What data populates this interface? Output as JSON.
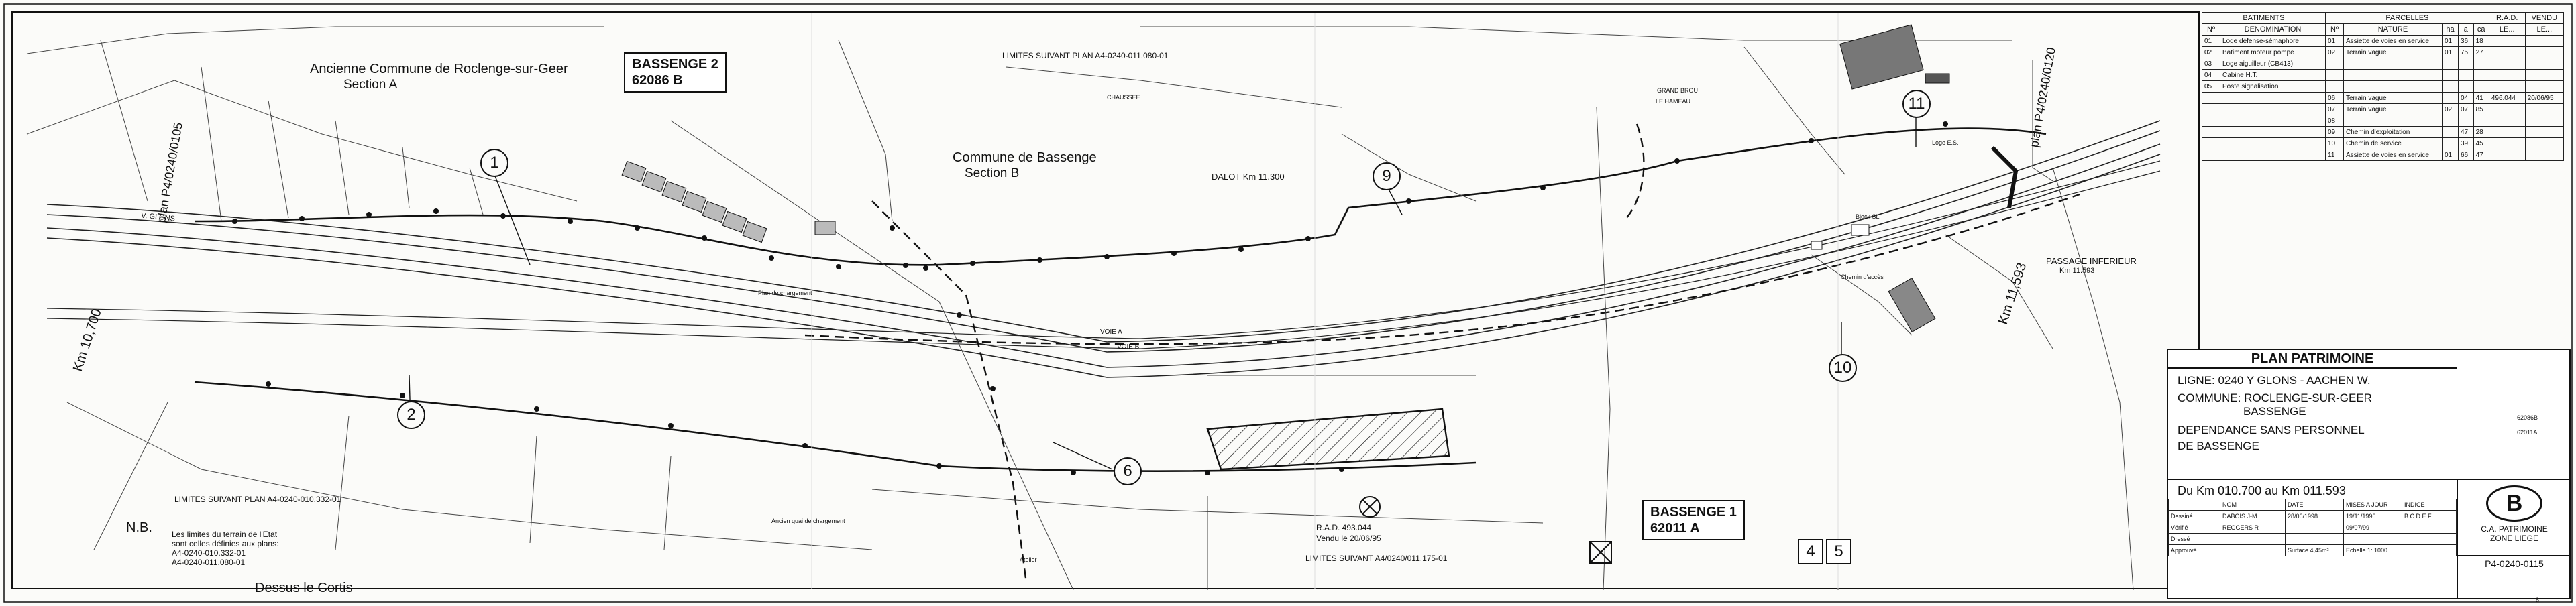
{
  "places": {
    "commune_roclenge": "Ancienne Commune de Roclenge-sur-Geer",
    "section_a": "Section A",
    "commune_bassenge": "Commune de Bassenge",
    "section_b": "Section B",
    "dessus_cortis": "Dessus le Cortis",
    "chaussee": "CHAUSSEE",
    "grand_broux": "GRAND BROU",
    "le_hameau": "LE HAMEAU",
    "plan_chargement": "Plan de chargement",
    "ancien_quai": "Ancien quai de chargement",
    "atelier": "Atelier",
    "chemin_acces": "Chemin d'accès",
    "loge_es": "Loge E.S.",
    "bloc_sl": "Block SL"
  },
  "boxes": {
    "bassenge2_a": "BASSENGE 2",
    "bassenge2_b": "62086 B",
    "bassenge1_a": "BASSENGE 1",
    "bassenge1_b": "62011 A"
  },
  "limits": {
    "top": "LIMITES SUIVANT PLAN A4-0240-011.080-01",
    "left": "LIMITES SUIVANT PLAN A4-0240-010.332-01",
    "bottom": "LIMITES SUIVANT A4/0240/011.175-01"
  },
  "km": {
    "km10700": "Km 10,700",
    "km11593": "Km 11,593",
    "dalot": "DALOT Km 11.300",
    "passage": "PASSAGE INFERIEUR",
    "passage_km": "Km 11.593",
    "rad": "R.A.D. 493.044",
    "vendu": "Vendu le 20/06/95",
    "vglons": "V. GLONS",
    "voie_a": "VOIE A",
    "voie_b": "VOIE B",
    "plan_left": "plan P4/0240/0105",
    "plan_right": "plan P4/0240/0120"
  },
  "markers": [
    "1",
    "2",
    "6",
    "9",
    "10",
    "11"
  ],
  "squares": [
    "4",
    "5"
  ],
  "note": {
    "nb": "N.B.",
    "l1": "Les limites du terrain de l'Etat",
    "l2": "sont celles définies aux plans:",
    "l3": "A4-0240-010.332-01",
    "l4": "A4-0240-011.080-01"
  },
  "register": {
    "h_batiments": "BATIMENTS",
    "h_parcelles": "PARCELLES",
    "h_rad": "R.A.D.",
    "h_vendu": "VENDU",
    "h_no": "Nº",
    "h_denom": "DENOMINATION",
    "h_no2": "Nº",
    "h_nature": "NATURE",
    "h_ha": "ha",
    "h_a": "a",
    "h_ca": "ca",
    "h_le": "LE...",
    "h_le2": "LE...",
    "rows": [
      {
        "n": "01",
        "d": "Loge défense-sémaphore",
        "pn": "01",
        "nat": "Assiette de voies en service",
        "ha": "01",
        "a": "36",
        "ca": "18",
        "rad": "",
        "v": ""
      },
      {
        "n": "02",
        "d": "Batiment moteur pompe",
        "pn": "02",
        "nat": "Terrain vague",
        "ha": "01",
        "a": "75",
        "ca": "27",
        "rad": "",
        "v": ""
      },
      {
        "n": "03",
        "d": "Loge aiguilleur (CB413)",
        "pn": "",
        "nat": "",
        "ha": "",
        "a": "",
        "ca": "",
        "rad": "",
        "v": ""
      },
      {
        "n": "04",
        "d": "Cabine H.T.",
        "pn": "",
        "nat": "",
        "ha": "",
        "a": "",
        "ca": "",
        "rad": "",
        "v": ""
      },
      {
        "n": "05",
        "d": "Poste signalisation",
        "pn": "",
        "nat": "",
        "ha": "",
        "a": "",
        "ca": "",
        "rad": "",
        "v": ""
      },
      {
        "n": "",
        "d": "",
        "pn": "06",
        "nat": "Terrain vague",
        "ha": "",
        "a": "04",
        "ca": "41",
        "rad": "496.044",
        "v": "20/06/95"
      },
      {
        "n": "",
        "d": "",
        "pn": "07",
        "nat": "Terrain vague",
        "ha": "02",
        "a": "07",
        "ca": "85",
        "rad": "",
        "v": ""
      },
      {
        "n": "",
        "d": "",
        "pn": "08",
        "nat": "",
        "ha": "",
        "a": "",
        "ca": "",
        "rad": "",
        "v": ""
      },
      {
        "n": "",
        "d": "",
        "pn": "09",
        "nat": "Chemin d'exploitation",
        "ha": "",
        "a": "47",
        "ca": "28",
        "rad": "",
        "v": ""
      },
      {
        "n": "",
        "d": "",
        "pn": "10",
        "nat": "Chemin de service",
        "ha": "",
        "a": "39",
        "ca": "45",
        "rad": "",
        "v": ""
      },
      {
        "n": "",
        "d": "",
        "pn": "11",
        "nat": "Assiette de voies en service",
        "ha": "01",
        "a": "66",
        "ca": "47",
        "rad": "",
        "v": ""
      }
    ]
  },
  "titleblock": {
    "title": "PLAN PATRIMOINE",
    "ligne": "LIGNE:  0240 Y GLONS - AACHEN W.",
    "commune": "COMMUNE:  ROCLENGE-SUR-GEER",
    "commune2": "BASSENGE",
    "dep1": "DEPENDANCE SANS PERSONNEL",
    "dep2": "DE BASSENGE",
    "km_range": "Du Km 010.700 au Km 011.593",
    "code1": "62086B",
    "code2": "62011A",
    "h_nom": "NOM",
    "h_date": "DATE",
    "h_mises": "MISES A JOUR",
    "h_indice": "INDICE",
    "dessine": "Dessiné",
    "dessine_nom": "DABOIS J-M",
    "dessine_date": "28/06/1998",
    "dessine_maj": "19/11/1996",
    "verifie": "Vérifié",
    "verifie_nom": "REGGERS R",
    "verifie_maj": "09/07/99",
    "dressé": "Dressé",
    "approuve": "Approuvé",
    "surface": "Surface 4,45m²",
    "echelle": "Echelle 1: 1000",
    "indices": "B C D E F",
    "logo": "B",
    "org1": "C.A. PATRIMOINE",
    "org2": "ZONE LIEGE",
    "plan_no": "P4-0240-0115",
    "page": "8"
  }
}
